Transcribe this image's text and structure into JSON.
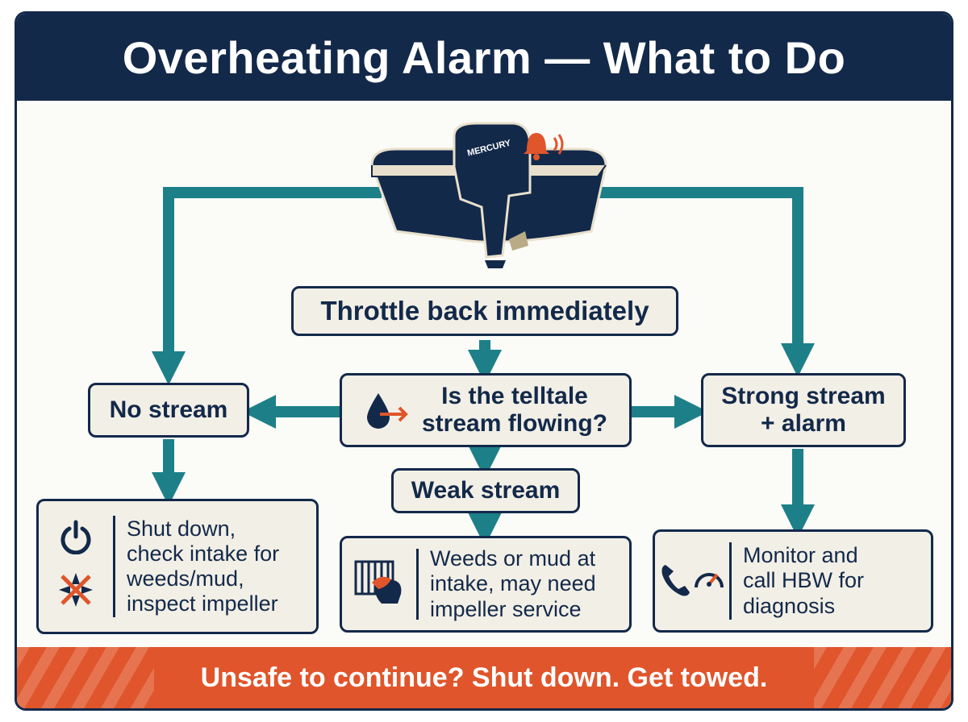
{
  "title": "Overheating Alarm — What to Do",
  "engine": {
    "brand": "MERCURY"
  },
  "steps": {
    "throttle": "Throttle back immediately",
    "question": "Is the telltale\nstream flowing?",
    "no_stream": "No stream",
    "weak_stream": "Weak stream",
    "strong_stream": "Strong stream\n+ alarm"
  },
  "actions": {
    "no_stream": "Shut down,\ncheck intake for\nweeds/mud,\ninspect impeller",
    "weak_stream": "Weeds or mud at\nintake, may need\nimpeller service",
    "strong_stream": "Monitor and\ncall HBW for\ndiagnosis"
  },
  "footer": "Unsafe to continue? Shut down. Get towed.",
  "colors": {
    "navy": "#13294a",
    "teal": "#1d8088",
    "orange": "#e0552b",
    "cream": "#f2efe6"
  },
  "icons": [
    "bell-icon",
    "water-drop-icon",
    "power-icon",
    "blocked-intake-icon",
    "grate-icon",
    "hand-icon",
    "phone-icon",
    "gauge-icon"
  ]
}
